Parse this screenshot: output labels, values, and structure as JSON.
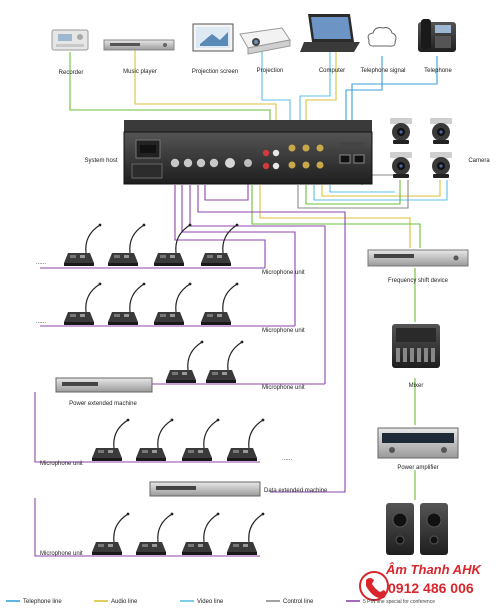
{
  "devices": {
    "recorder": "Recorder",
    "music_player": "Music player",
    "projection_screen": "Projection screen",
    "projection": "Projection",
    "computer": "Computer",
    "telephone_signal": "Telephone signal",
    "telephone": "Telephone",
    "system_host": "System host",
    "camera": "Camera",
    "frequency_shift": "Frequency shift device",
    "mixer": "Mixer",
    "power_amplifier": "Power amplifier",
    "power_extended": "Power extended machine",
    "data_extended": "Data extended machine"
  },
  "mic_units": {
    "label": "Microphone unit",
    "ellipsis": "......"
  },
  "legend": [
    {
      "label": "Telephone line",
      "color": "#3aa0d8"
    },
    {
      "label": "Audio line",
      "color": "#d8c23a"
    },
    {
      "label": "Video line",
      "color": "#5bc0e8"
    },
    {
      "label": "Control line",
      "color": "#8a8a8a"
    },
    {
      "label": "5 PIN line special for conference",
      "color": "#8e44ad"
    }
  ],
  "colors": {
    "telephone": "#3aa0d8",
    "audio": "#d8c23a",
    "video": "#5bc0e8",
    "control": "#8a8a8a",
    "pin5": "#8e44ad",
    "green": "#6abf3a",
    "brand": "#d8262c"
  },
  "brand": {
    "name": "Âm Thanh AHK",
    "phone": "0912 486 006"
  }
}
